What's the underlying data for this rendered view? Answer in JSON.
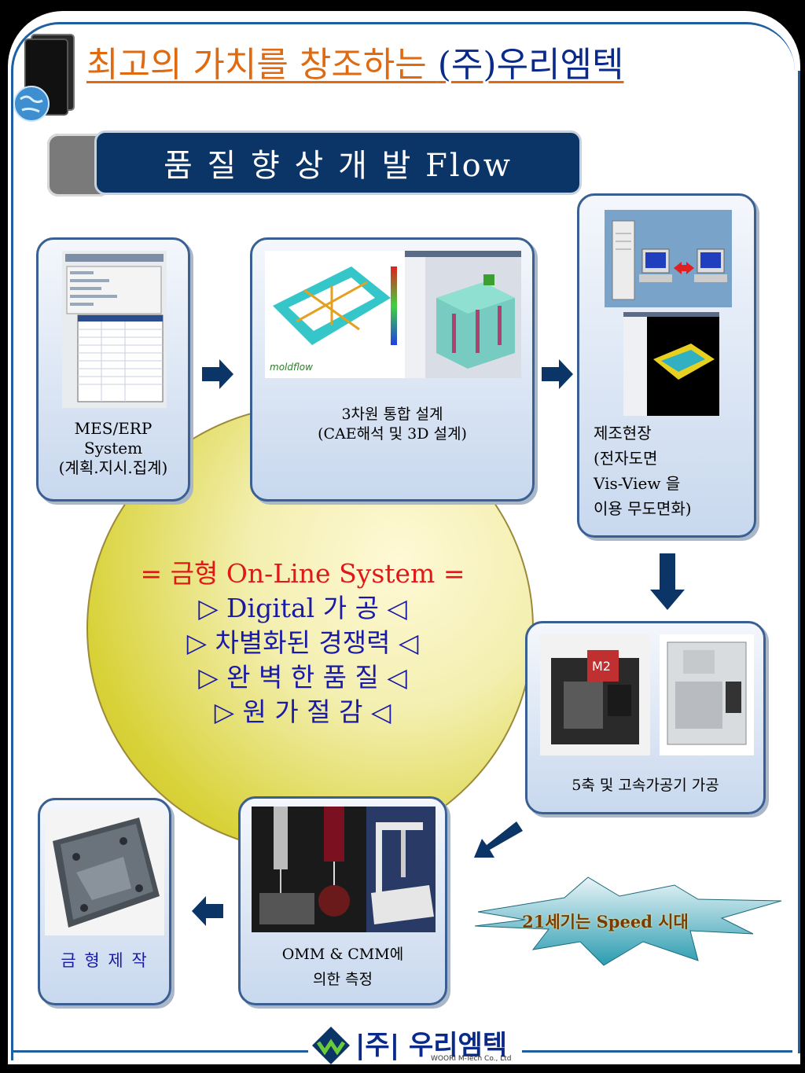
{
  "title": {
    "main": "최고의 가치를 창조하는 ",
    "company": "(주)우리엠텍"
  },
  "banner": {
    "label": "품 질 향 상  개 발 Flow"
  },
  "center": {
    "line1": "= 금형 On-Line System =",
    "line2": "▷ Digital   가   공 ◁",
    "line3": "▷ 차별화된 경쟁력 ◁",
    "line4": "▷ 완  벽  한  품  질 ◁",
    "line5": "▷ 원   가   절   감 ◁"
  },
  "steps": {
    "mes": {
      "line1": "MES/ERP",
      "line2": "System",
      "line3": "(계획.지시.집계)"
    },
    "cae": {
      "line1": "3차원 통합 설계",
      "line2": "(CAE해석 및 3D 설계)",
      "logo": "moldflow"
    },
    "site": {
      "line1": "제조현장",
      "line2": "(전자도면",
      "line3": "Vis-View 을",
      "line4": "이용 무도면화)"
    },
    "machining": {
      "line1": "5축 및 고속가공기 가공"
    },
    "measure": {
      "line1": "OMM & CMM에",
      "line2": "의한 측정"
    },
    "mold": {
      "line1": "금 형 제 작"
    }
  },
  "speed": "21세기는 Speed 시대",
  "footer": {
    "logo_text": "|주| 우리엠텍",
    "logo_sub": "WOORI M-Tech Co., Ltd"
  }
}
